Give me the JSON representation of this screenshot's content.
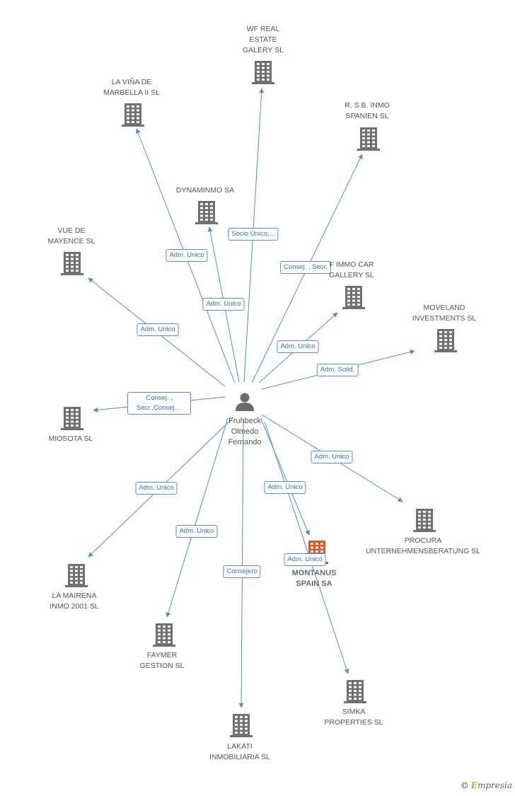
{
  "center": {
    "name": [
      "Fruhbeck",
      "Olmedo",
      "Fernando"
    ]
  },
  "colors": {
    "edge": "#4a90d9",
    "building": "#707070",
    "highlight": "#e8562a",
    "person": "#6b6b6b"
  },
  "nodes": [
    {
      "id": "wf",
      "lines": [
        "WF REAL",
        "ESTATE",
        "GALERY SL"
      ],
      "role": "Socio Único,...",
      "highlight": false
    },
    {
      "id": "vina",
      "lines": [
        "LA VIÑA DE",
        "MARBELLA II  SL"
      ],
      "role": "Adm. Unico",
      "highlight": false
    },
    {
      "id": "rsb",
      "lines": [
        "R. S.B. INMO",
        "SPANIEN SL"
      ],
      "role": "Consej. , Secr.",
      "highlight": false
    },
    {
      "id": "dyn",
      "lines": [
        "DYNAMINMO SA"
      ],
      "role": "Adm. Unico",
      "highlight": false
    },
    {
      "id": "vue",
      "lines": [
        "VUE DE",
        "MAYENCE SL"
      ],
      "role": "Adm. Unico",
      "highlight": false
    },
    {
      "id": "fimmo",
      "lines": [
        "F IMMO CAR",
        "GALLERY  SL"
      ],
      "role": "Adm. Unico",
      "highlight": false
    },
    {
      "id": "moveland",
      "lines": [
        "MOVELAND",
        "INVESTMENTS SL"
      ],
      "role": "Adm. Solid.",
      "highlight": false
    },
    {
      "id": "miosota",
      "lines": [
        "MIOSOTA SL"
      ],
      "role": "Consej. , Secr.,Consej....",
      "highlight": false
    },
    {
      "id": "procura",
      "lines": [
        "PROCURA",
        "UNTERNEHMENSBERATUNG SL"
      ],
      "role": "Adm. Unico",
      "highlight": false
    },
    {
      "id": "montanus",
      "lines": [
        "MONTANUS",
        "SPAIN SA"
      ],
      "role": "Adm. Unico",
      "highlight": true
    },
    {
      "id": "mairena",
      "lines": [
        "LA MAIRENA",
        "INMO 2001  SL"
      ],
      "role": "Adm. Unico",
      "highlight": false
    },
    {
      "id": "faymer",
      "lines": [
        "FAYMER",
        "GESTION  SL"
      ],
      "role": "Adm. Unico",
      "highlight": false
    },
    {
      "id": "simka",
      "lines": [
        "SIMKA",
        "PROPERTIES SL"
      ],
      "role": "Adm. Unico",
      "highlight": false
    },
    {
      "id": "lakati",
      "lines": [
        "LAKATI",
        "INMOBILIARIA SL"
      ],
      "role": "Consejero",
      "highlight": false
    }
  ],
  "brand": {
    "symbol": "©",
    "first": "E",
    "rest": "mpresia"
  }
}
